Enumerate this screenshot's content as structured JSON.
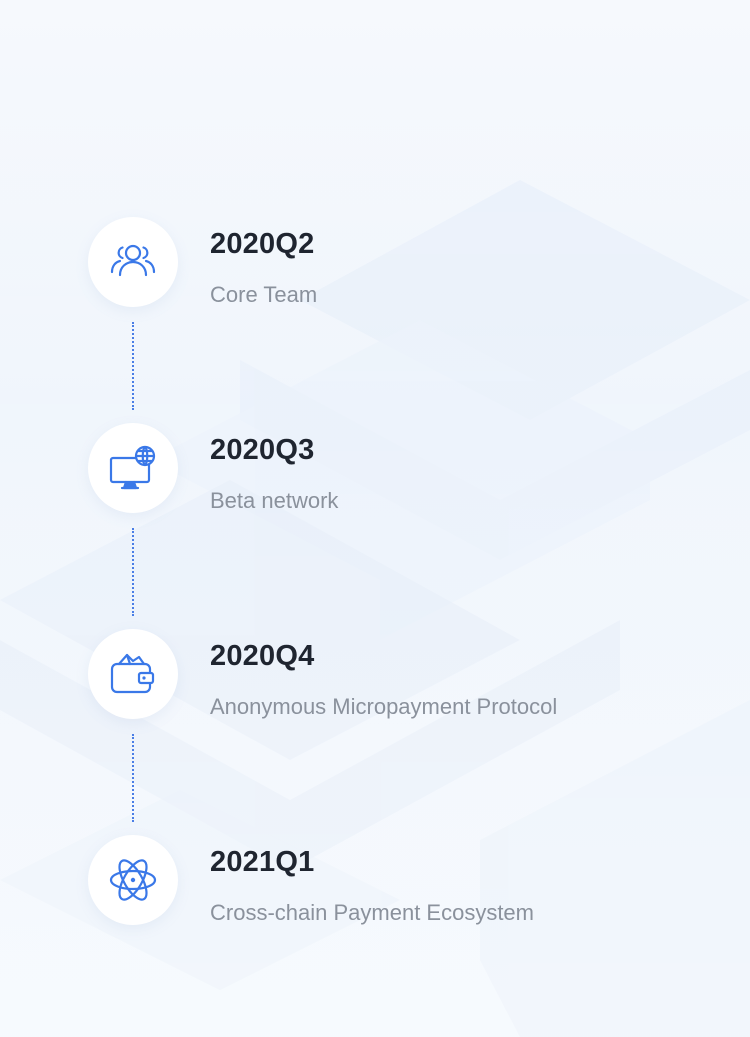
{
  "theme": {
    "accent": "#3a78e8",
    "title_color": "#1f2530",
    "desc_color": "#8a919c",
    "connector_color": "#4a7ee6"
  },
  "milestones": [
    {
      "period": "2020Q2",
      "desc": "Core Team",
      "icon": "team-icon"
    },
    {
      "period": "2020Q3",
      "desc": "Beta network",
      "icon": "computer-globe-icon"
    },
    {
      "period": "2020Q4",
      "desc": "Anonymous Micropayment Protocol",
      "icon": "wallet-icon"
    },
    {
      "period": "2021Q1",
      "desc": "Cross-chain Payment Ecosystem",
      "icon": "atom-icon"
    }
  ]
}
